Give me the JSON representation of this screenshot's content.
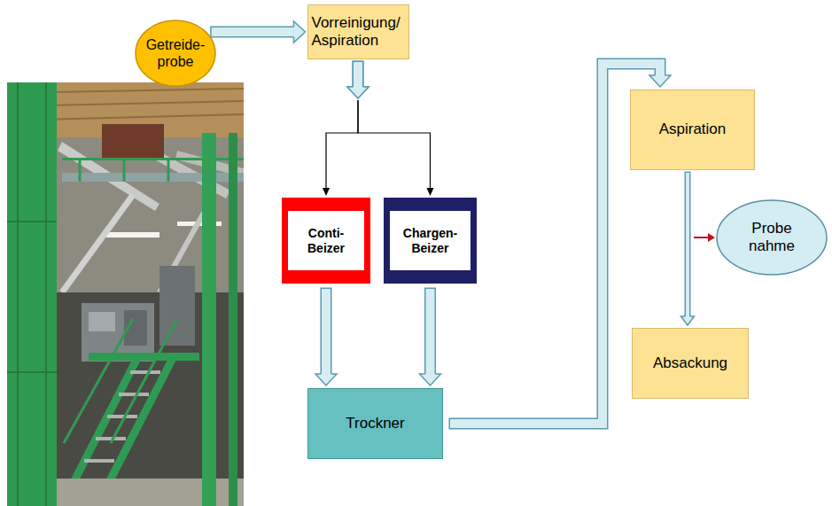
{
  "diagram": {
    "nodes": [
      {
        "text": [
          "Getreide- probe"
        ]
      },
      {
        "text": [
          "Vorreinigung/ Aspiration"
        ]
      },
      {
        "text": [
          "Conti- Beizer"
        ]
      },
      {
        "text": [
          "Chargen- Beizer"
        ]
      },
      {
        "text": [
          "Trockner"
        ]
      },
      {
        "text": [
          "Aspiration"
        ]
      },
      {
        "text": [
          "Probe nahme"
        ]
      },
      {
        "text": [
          "Absackung"
        ]
      }
    ],
    "edges": [
      {
        "from": 0,
        "to": 1,
        "arrow": "to"
      },
      {
        "from": 1,
        "to": 2,
        "arrow": "to"
      },
      {
        "from": 1,
        "to": 3,
        "arrow": "to"
      },
      {
        "from": 2,
        "to": 4,
        "arrow": "to"
      },
      {
        "from": 3,
        "to": 4,
        "arrow": "to"
      },
      {
        "from": 4,
        "to": 5,
        "arrow": "to"
      },
      {
        "from": 5,
        "to": 7,
        "arrow": "to"
      }
    ]
  }
}
